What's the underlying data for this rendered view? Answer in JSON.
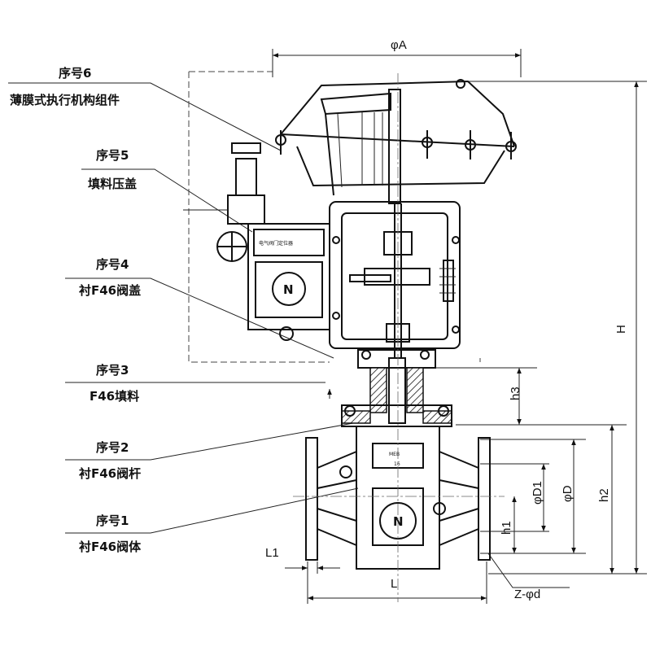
{
  "callouts": [
    {
      "num": "序号6",
      "name": "薄膜式执行机构组件"
    },
    {
      "num": "序号5",
      "name": "填料压盖"
    },
    {
      "num": "序号4",
      "name": "衬F46阀盖"
    },
    {
      "num": "序号3",
      "name": "F46填料"
    },
    {
      "num": "序号2",
      "name": "衬F46阀杆"
    },
    {
      "num": "序号1",
      "name": "衬F46阀体"
    }
  ],
  "dimensions": {
    "phiA": "φA",
    "H": "H",
    "h3": "h3",
    "h2": "h2",
    "h1": "h1",
    "phiD1": "φD1",
    "phiD": "φD",
    "L": "L",
    "L1": "L1",
    "zphid": "Z-φd"
  },
  "positioner_label": "电气阀门定位器",
  "nameplate": {
    "top": "MEB",
    "bottom": "16"
  },
  "logo_letter": "N"
}
